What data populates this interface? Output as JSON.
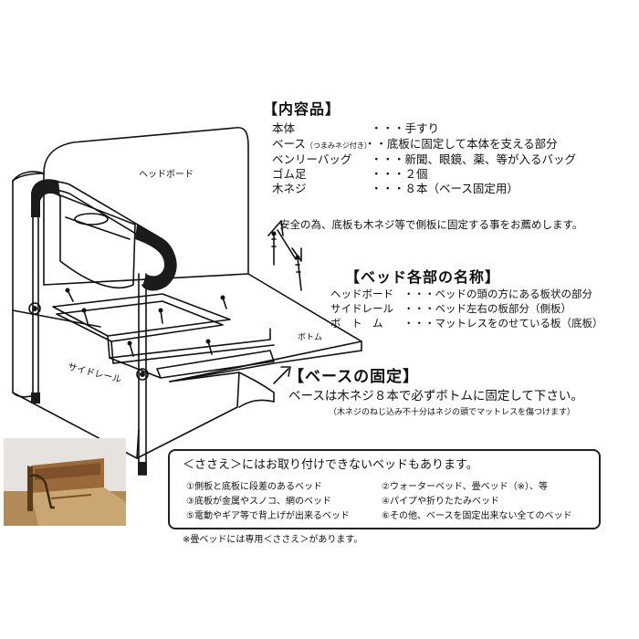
{
  "contents": {
    "title": "【内容品】",
    "items": [
      {
        "name": "本体",
        "dots": "・・・",
        "desc": "手すり"
      },
      {
        "name": "ベース",
        "name_small": "（つまみネジ付き）",
        "dots": "・",
        "desc": "・底板に固定して本体を支える部分"
      },
      {
        "name": "ベンリーバッグ",
        "dots": "・・・",
        "desc": "新聞、眼鏡、薬、等が入るバッグ"
      },
      {
        "name": "ゴム足",
        "dots": "・・・",
        "desc": "２個"
      },
      {
        "name": "木ネジ",
        "dots": "・・・",
        "desc": "８本（ベース固定用）"
      }
    ]
  },
  "safety_note": "安全の為、底板も木ネジ等で側板に固定する事をお薦めします。",
  "bed_parts": {
    "title": "【ベッド各部の名称】",
    "items": [
      {
        "name": "ヘッドボード",
        "dots": "・・・",
        "desc": "ベッドの頭の方にある板状の部分"
      },
      {
        "name": "サイドレール",
        "dots": "・・・",
        "desc": "ベッド左右の板部分（側板）"
      },
      {
        "name": "ボ　ト　ム",
        "dots": "・・・",
        "desc": "マットレスをのせている板（底板）"
      }
    ]
  },
  "base_fixing": {
    "title": "【ベースの固定】",
    "main": "ベースは木ネジ８本で必ずボトムに固定して下さい。",
    "sub": "（木ネジのねじ込み不十分はネジの頭でマットレスを傷つけます）"
  },
  "diagram_labels": {
    "headboard": "ヘッドボード",
    "bottom": "ボトム",
    "side_rail": "サイドレール"
  },
  "unsupported": {
    "heading": "＜ささえ＞にはお取り付けできないベッドもあります。",
    "items": [
      "①側板と底板に段差のあるベッド",
      "②ウォーターベッド、畳ベッド（※）、等",
      "③底板が金属やスノコ、網のベッド",
      "④パイプや折りたたみベッド",
      "⑤電動やギア等で背上げが出来るベッド",
      "⑥その他、ベースを固定出来ない全てのベッド"
    ],
    "footnote": "※畳ベッドには専用＜ささえ＞があります。"
  },
  "colors": {
    "ink": "#111111",
    "rail_wood": "#8a5a2e",
    "mattress": "#c9a46a"
  }
}
